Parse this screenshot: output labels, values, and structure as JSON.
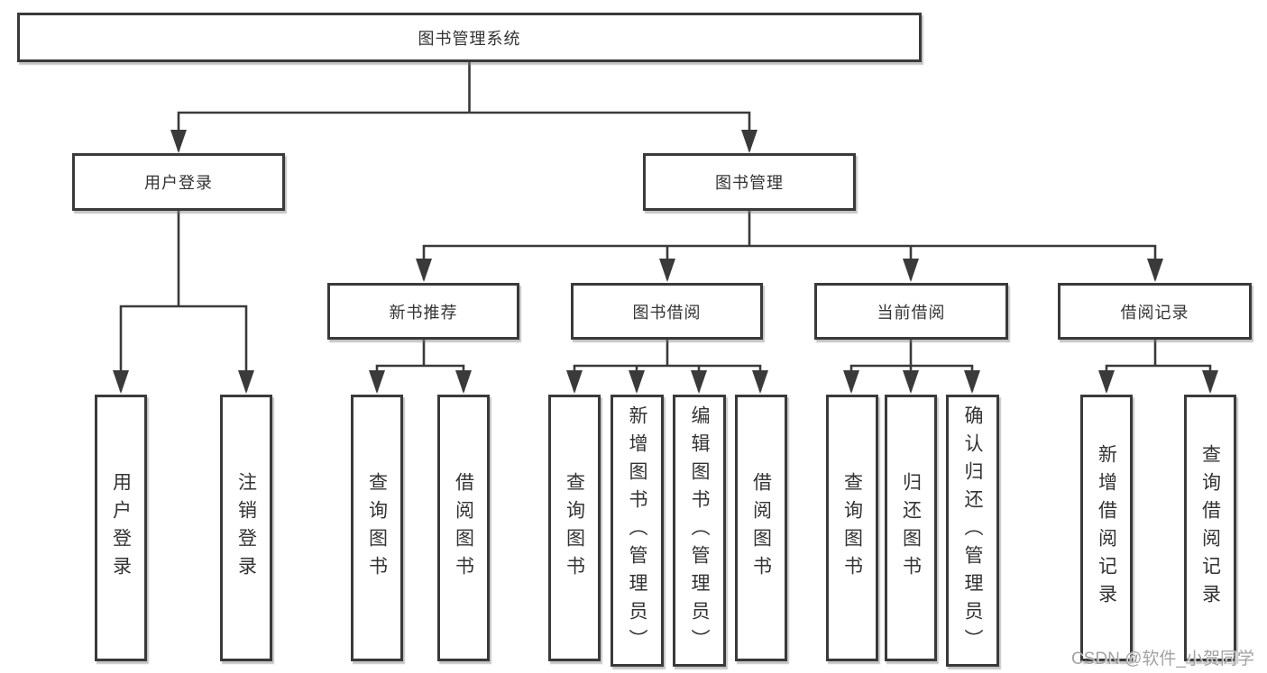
{
  "diagram": {
    "root": {
      "label": "图书管理系统"
    },
    "branches": [
      {
        "label": "用户登录",
        "children": [
          {
            "label": "用户登录"
          },
          {
            "label": "注销登录"
          }
        ]
      },
      {
        "label": "图书管理",
        "groups": [
          {
            "label": "新书推荐",
            "children": [
              {
                "label": "查询图书"
              },
              {
                "label": "借阅图书"
              }
            ]
          },
          {
            "label": "图书借阅",
            "children": [
              {
                "label": "查询图书"
              },
              {
                "label": "新增图书（管理员）"
              },
              {
                "label": "编辑图书（管理员）"
              },
              {
                "label": "借阅图书"
              }
            ]
          },
          {
            "label": "当前借阅",
            "children": [
              {
                "label": "查询图书"
              },
              {
                "label": "归还图书"
              },
              {
                "label": "确认归还（管理员）"
              }
            ]
          },
          {
            "label": "借阅记录",
            "children": [
              {
                "label": "新增借阅记录"
              },
              {
                "label": "查询借阅记录"
              }
            ]
          }
        ]
      }
    ]
  },
  "watermark": {
    "text": "CSDN @软件_小贺同学"
  },
  "colors": {
    "line": "#3a3a3a",
    "text": "#333333",
    "background": "#ffffff",
    "watermark": "#a3a3a3"
  }
}
